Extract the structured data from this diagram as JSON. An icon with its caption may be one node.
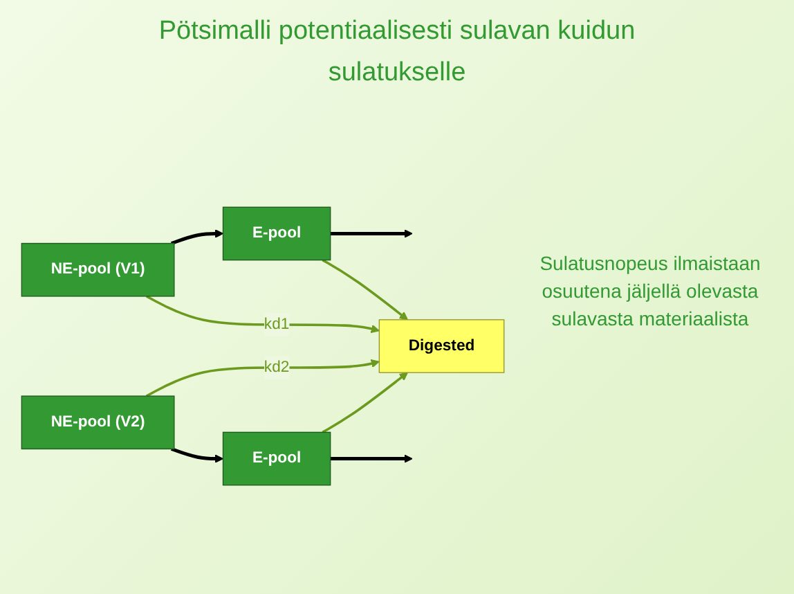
{
  "diagram": {
    "title": "Pötsimalli potentiaalisesti sulavan kuidun sulatukselle",
    "nodes": [
      {
        "text": [
          "NE-pool (V1)"
        ]
      },
      {
        "text": [
          "E-pool"
        ]
      },
      {
        "text": [
          "Digested"
        ]
      },
      {
        "text": [
          "NE-pool (V2)"
        ]
      },
      {
        "text": [
          "E-pool"
        ]
      }
    ],
    "edges": [
      {
        "from": 0,
        "to": 1,
        "arrow": "to"
      },
      {
        "from": 1,
        "to": null,
        "arrow": "to"
      },
      {
        "from": 0,
        "to": 2,
        "arrow": "to",
        "label": "kd1",
        "color": "#6b9a1f"
      },
      {
        "from": 1,
        "to": 2,
        "arrow": "to",
        "color": "#6b9a1f"
      },
      {
        "from": 3,
        "to": 2,
        "arrow": "to",
        "label": "kd2",
        "color": "#6b9a1f"
      },
      {
        "from": 4,
        "to": 2,
        "arrow": "to",
        "color": "#6b9a1f"
      },
      {
        "from": 3,
        "to": 4,
        "arrow": "to"
      },
      {
        "from": 4,
        "to": null,
        "arrow": "to"
      }
    ],
    "labels": [
      "Sulatusnopeus ilmaistaan osuutena jäljellä olevasta sulavasta materiaalista"
    ]
  }
}
